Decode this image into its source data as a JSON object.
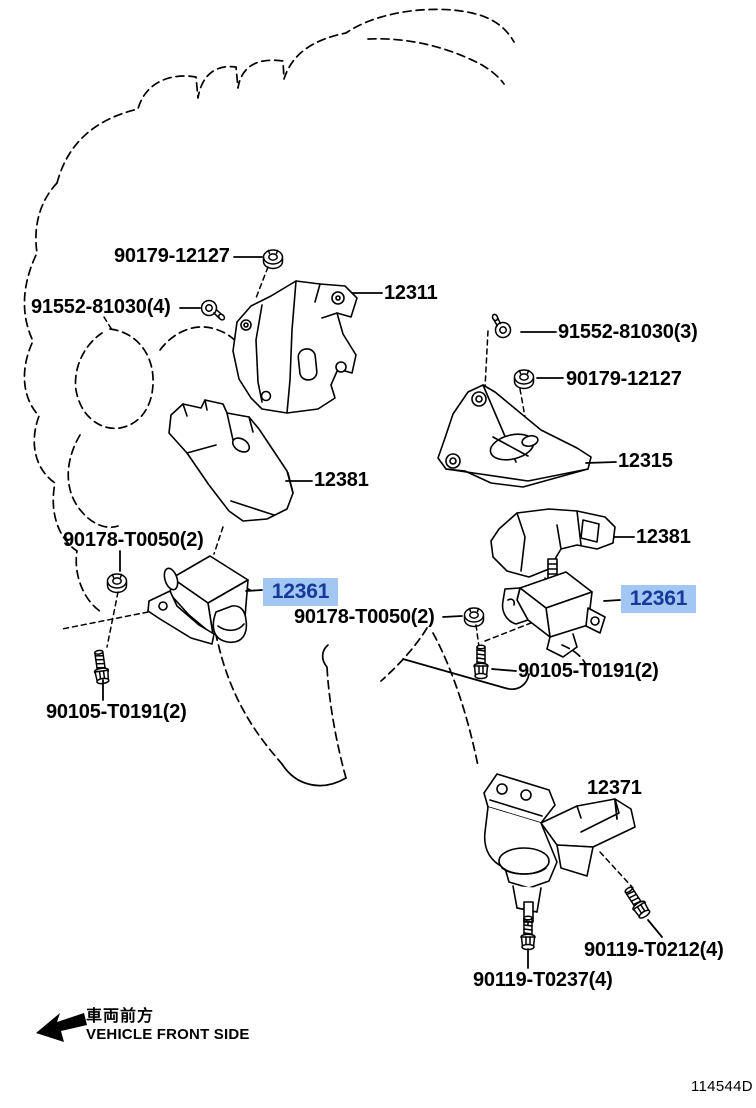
{
  "doc": {
    "drawing_code": "114544D",
    "front_note_jp": "車両前方",
    "front_note_en": "VEHICLE FRONT SIDE"
  },
  "colors": {
    "highlight_bg": "#a2c7f2",
    "highlight_text": "#16399b",
    "line": "#000000",
    "background": "#ffffff"
  },
  "icons": [
    {
      "name": "vehicle-front-arrow-icon",
      "meaning": "thick black arrow pointing to vehicle front (lower-left)"
    },
    {
      "name": "nut-icon",
      "meaning": "hex flange nut drawn in line art"
    },
    {
      "name": "bolt-icon",
      "meaning": "hex flange bolt drawn in line art"
    }
  ],
  "labels": [
    {
      "text": "90179-12127",
      "highlighted": false
    },
    {
      "text": "12311",
      "highlighted": false
    },
    {
      "text": "91552-81030(4)",
      "highlighted": false
    },
    {
      "text": "91552-81030(3)",
      "highlighted": false
    },
    {
      "text": "90179-12127",
      "highlighted": false
    },
    {
      "text": "12315",
      "highlighted": false
    },
    {
      "text": "12381",
      "highlighted": false
    },
    {
      "text": "90178-T0050(2)",
      "highlighted": false
    },
    {
      "text": "12361",
      "highlighted": true
    },
    {
      "text": "90178-T0050(2)",
      "highlighted": false
    },
    {
      "text": "12381",
      "highlighted": false
    },
    {
      "text": "12361",
      "highlighted": true
    },
    {
      "text": "90105-T0191(2)",
      "highlighted": false
    },
    {
      "text": "90105-T0191(2)",
      "highlighted": false
    },
    {
      "text": "12371",
      "highlighted": false
    },
    {
      "text": "90119-T0212(4)",
      "highlighted": false
    },
    {
      "text": "90119-T0237(4)",
      "highlighted": false
    }
  ]
}
